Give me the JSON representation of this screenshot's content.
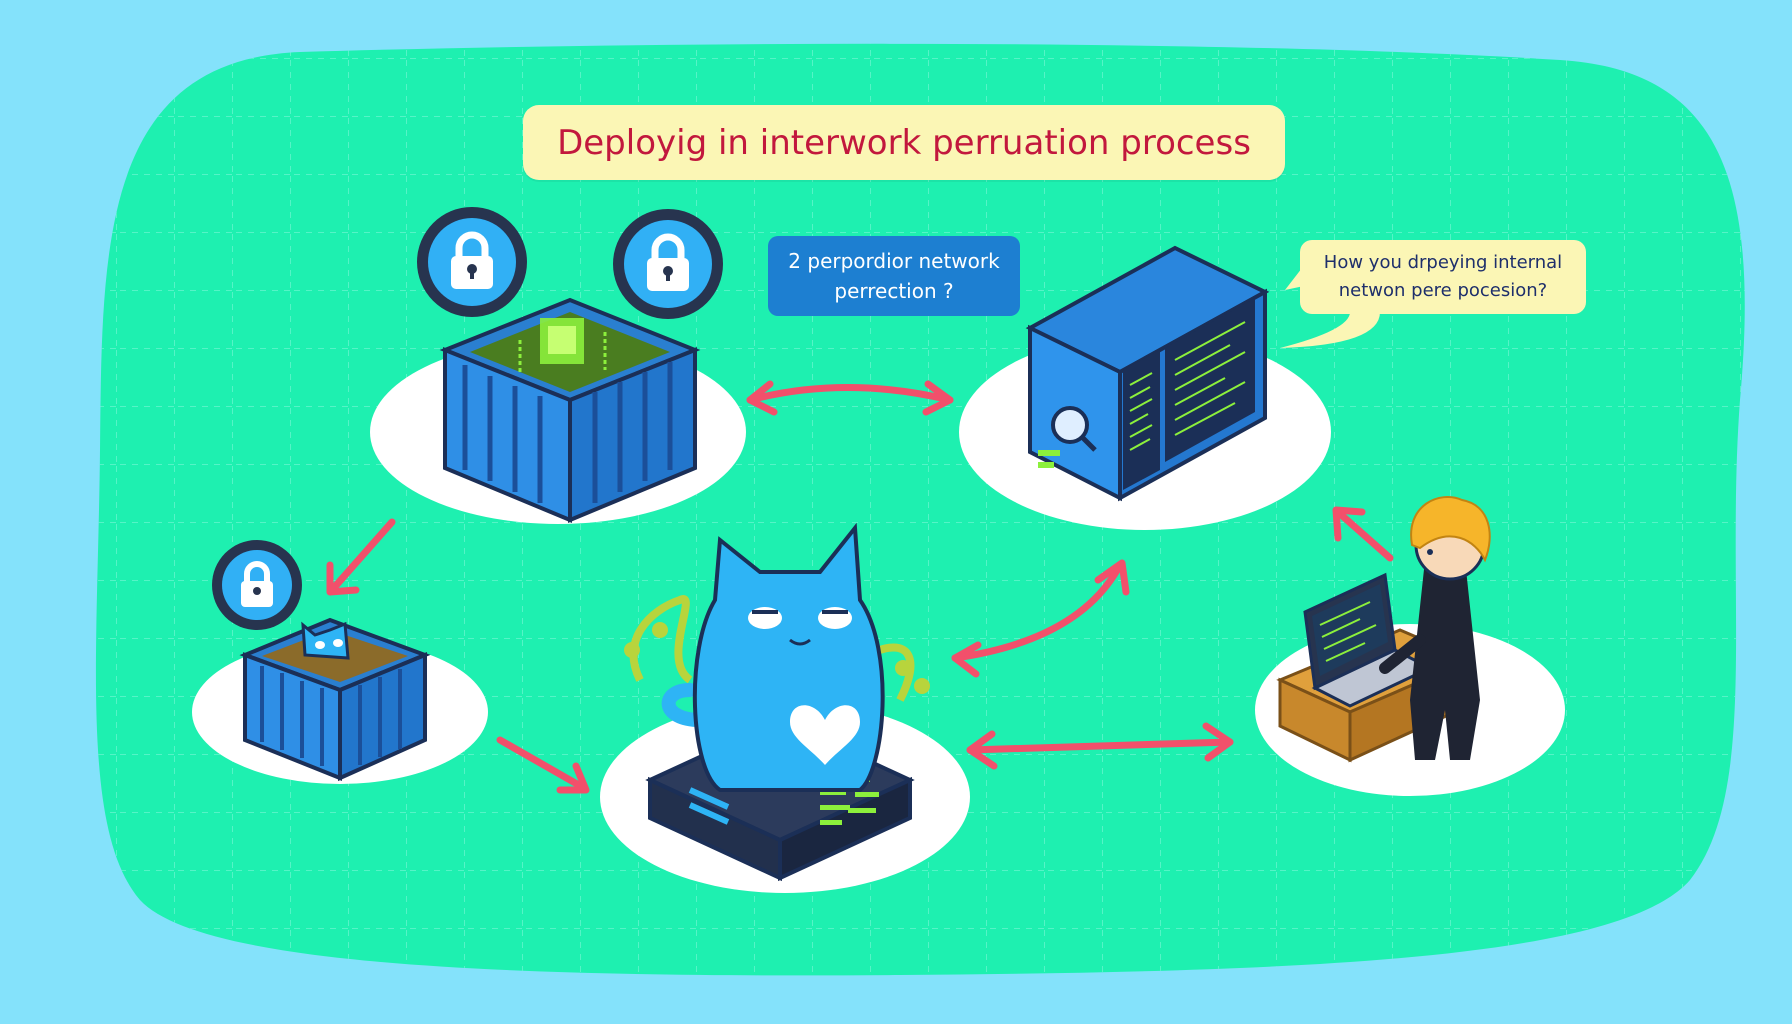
{
  "title": "Deployig in interwork perruation process",
  "bubble_left": {
    "line1": "2 perpordior network",
    "line2": "perrection ?"
  },
  "bubble_right": {
    "line1": "How you drpeying internal",
    "line2": "netwon pere pocesion?"
  },
  "colors": {
    "background": "#84e2fb",
    "panel": "#1ef0b0",
    "title_text": "#c2183d",
    "title_bg": "#fbf6b5",
    "arrow": "#f2506b",
    "container": "#2a8fe6",
    "cat": "#2eb4f5",
    "server": "#23324f",
    "code_green": "#8cf03c"
  },
  "icons": [
    "lock-icon",
    "lock-icon",
    "lock-icon",
    "magnifier-icon",
    "heart-icon"
  ]
}
